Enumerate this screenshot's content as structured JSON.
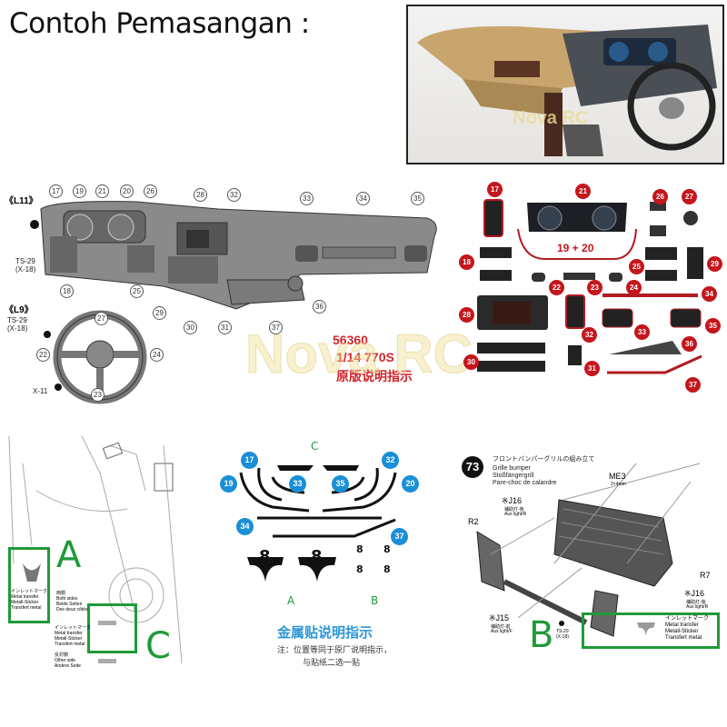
{
  "title": "Contoh Pemasangan :",
  "photo": {
    "watermark": "Nova RC"
  },
  "dash_diagram": {
    "labels_l11": "《L11》",
    "labels_l9": "《L9》",
    "ts29": "TS-29",
    "x18": "(X-18)",
    "x11": "X-11",
    "callouts": [
      "17",
      "19",
      "21",
      "20",
      "26",
      "28",
      "32",
      "33",
      "34",
      "35",
      "18",
      "25",
      "29",
      "30",
      "31",
      "37",
      "36",
      "27",
      "22",
      "24",
      "23"
    ],
    "model_no": "56360",
    "model_name": "1/14 770S",
    "caption": "原版说明指示"
  },
  "watermark": "Nova RC",
  "parts": {
    "callouts": [
      "17",
      "21",
      "26",
      "27",
      "19 + 20",
      "18",
      "25",
      "29",
      "22",
      "23",
      "24",
      "34",
      "28",
      "32",
      "33",
      "35",
      "36",
      "30",
      "31",
      "37"
    ]
  },
  "side_view": {
    "letter_a": "A",
    "letter_c": "C",
    "a_text": [
      "インレットマーク",
      "Metal transfer",
      "Metall-Sticker",
      "Transfert metal"
    ],
    "both_sides": [
      "両側",
      "Both sides",
      "Beide Seiten",
      "Des deux côtés"
    ],
    "c_text": [
      "インレットマーク",
      "Metal transfer",
      "Metall-Sticker",
      "Transfert metal"
    ],
    "other_side": [
      "反対側",
      "Other side",
      "Andere Seite"
    ]
  },
  "metal_sticker": {
    "letter_c": "C",
    "letter_a": "A",
    "letter_b": "B",
    "callouts": [
      "17",
      "32",
      "19",
      "33",
      "35",
      "20",
      "34",
      "37"
    ],
    "title": "金属贴说明指示",
    "note1": "注：位置等同于原厂说明指示，",
    "note2": "与贴纸二选一贴"
  },
  "bumper": {
    "step": "73",
    "jp": "フロントバンパーグリルの組み立て",
    "en": "Grille bumper",
    "de": "Stoßfängergrill",
    "fr": "Pare-choc de calandre",
    "me3": "ME3",
    "me3_size": "2×4mm",
    "j16a": "※J16",
    "j16a_sub1": "補助灯-後",
    "j16a_sub2": "Aux light/R",
    "r2": "R2",
    "r7": "R7",
    "j16b": "※J16",
    "j16b_sub1": "補助灯-後",
    "j16b_sub2": "Aux light/R",
    "j15": "※J15",
    "j15_sub1": "補助灯-前",
    "j15_sub2": "Aux light/F",
    "ts29": "TS-29",
    "x18": "(X-18)",
    "letter_b": "B",
    "b_text": [
      "インレットマーク",
      "Metal transfer",
      "Metall-Sticker",
      "Transfert metal"
    ]
  }
}
